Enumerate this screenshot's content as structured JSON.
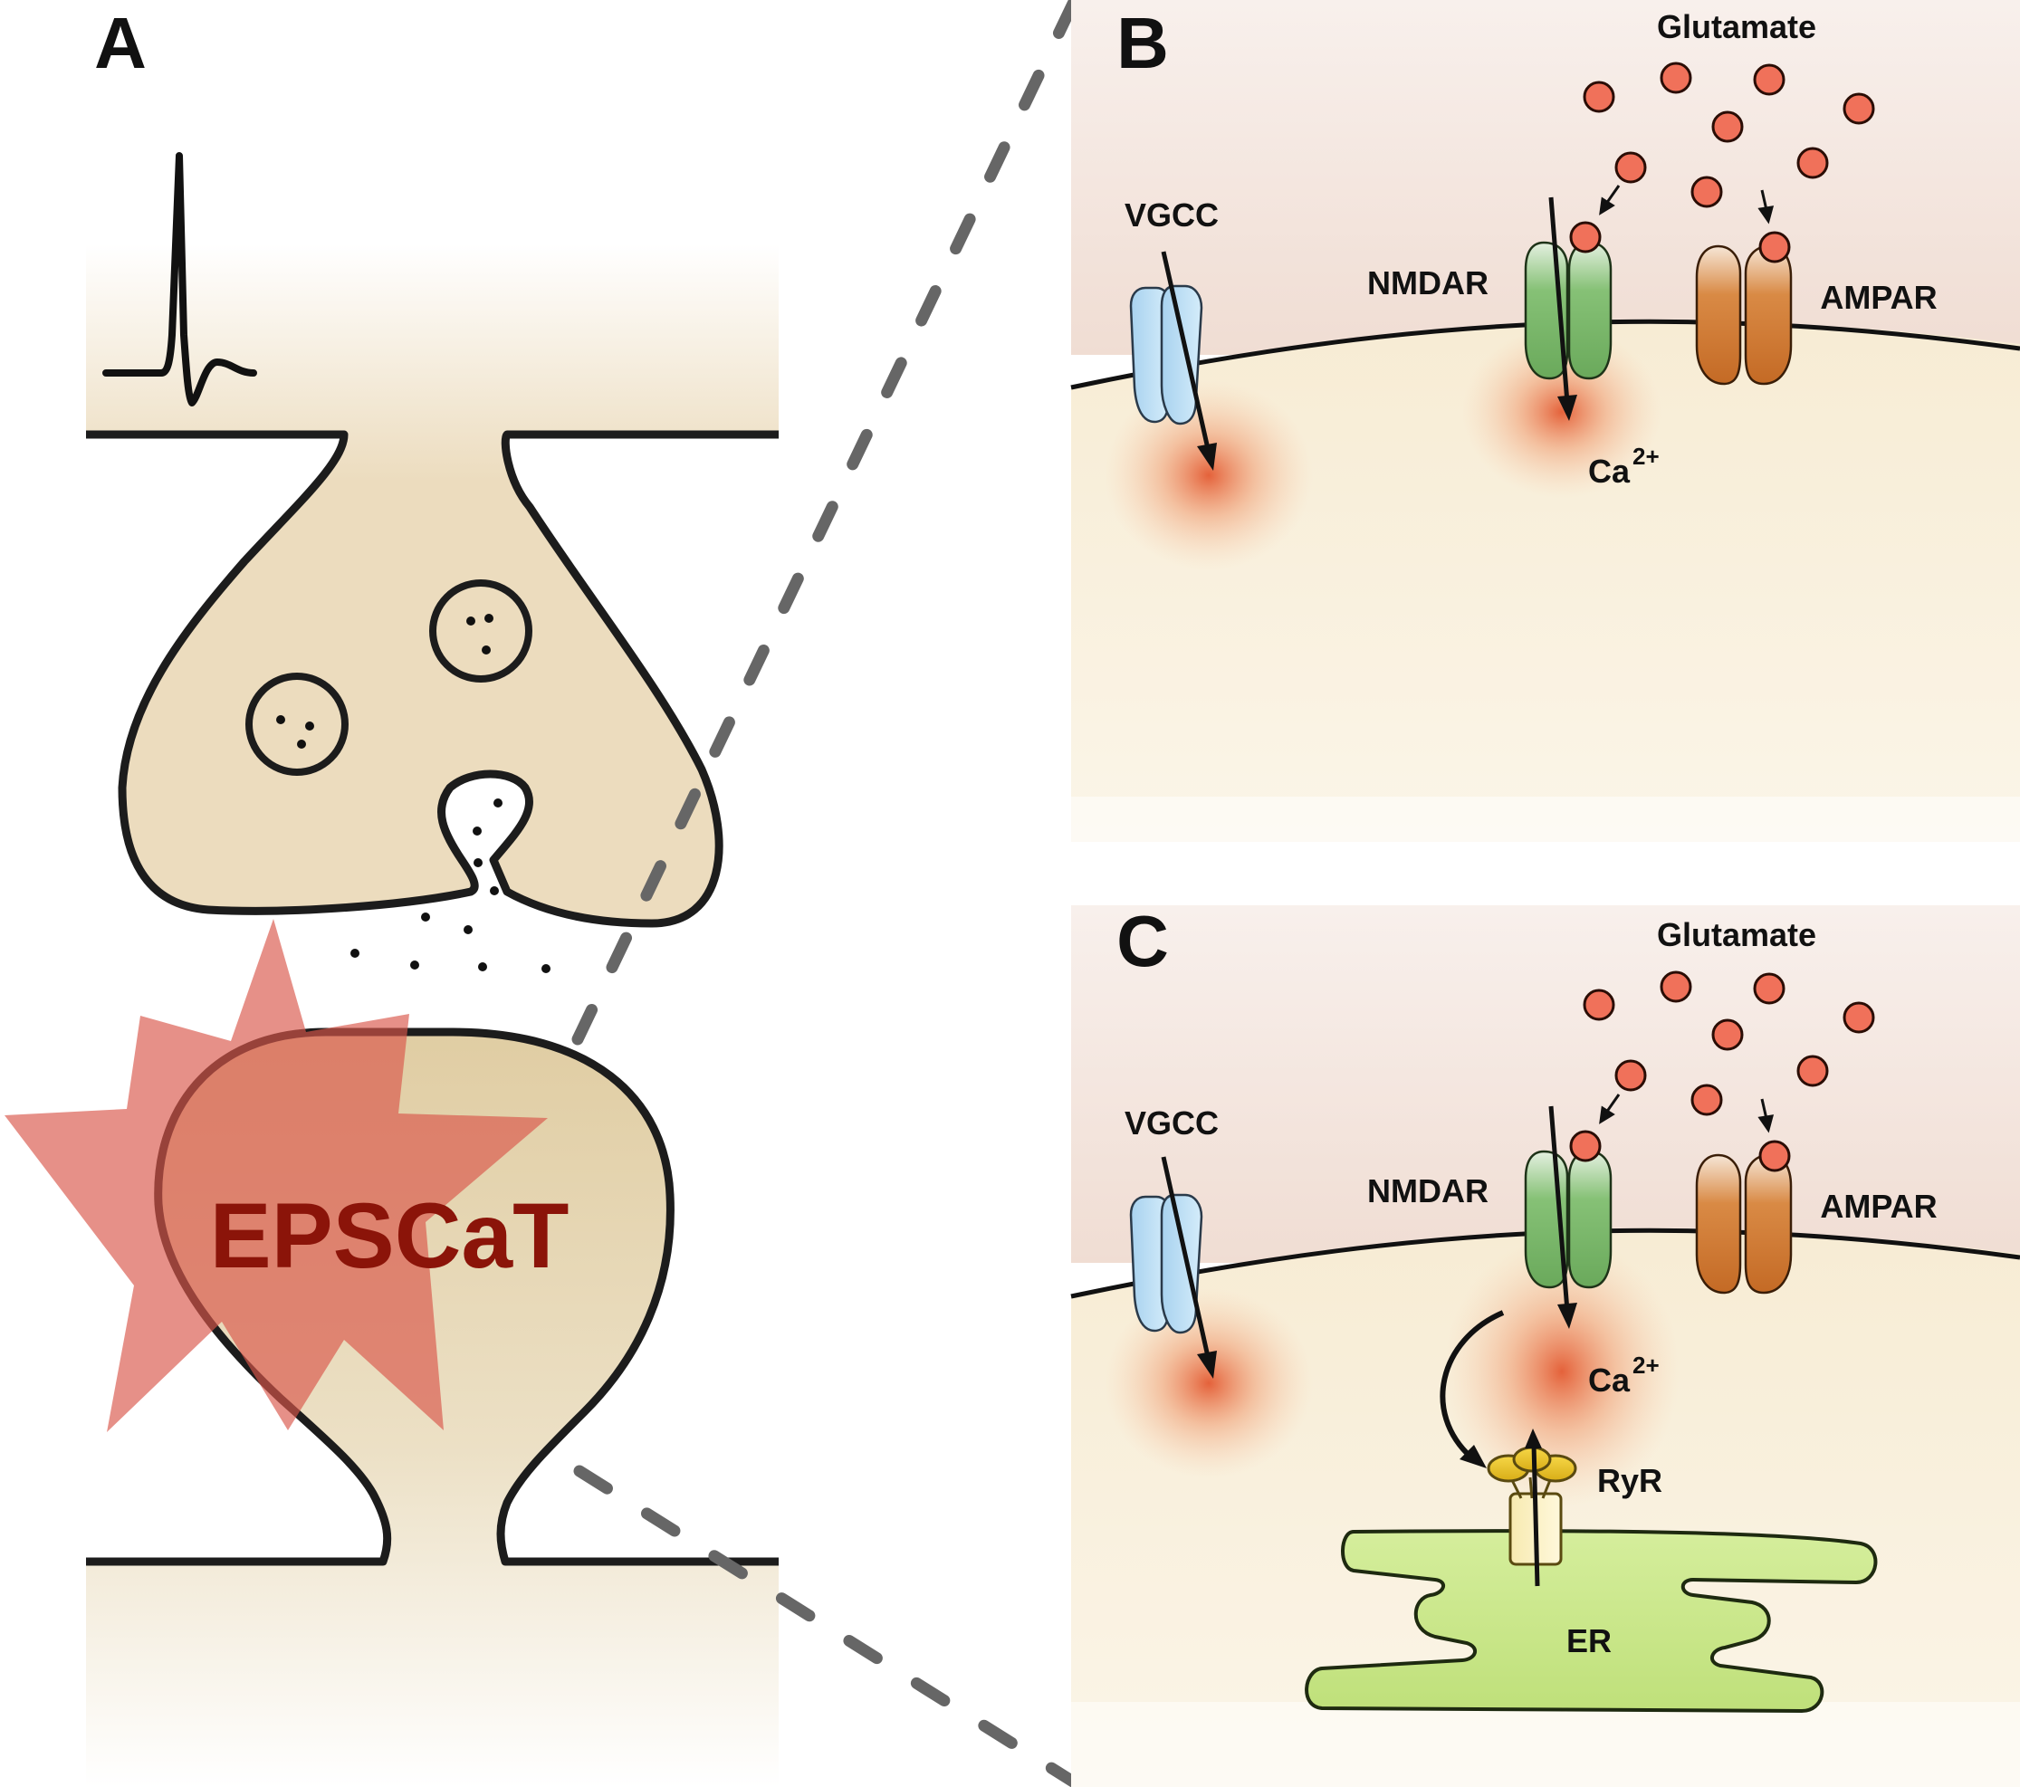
{
  "panels": {
    "a": {
      "letter": "A",
      "center_label": "EPSCaT"
    },
    "b": {
      "letter": "B",
      "glutamate": "Glutamate",
      "vgcc": "VGCC",
      "nmdar": "NMDAR",
      "ampar": "AMPAR",
      "calcium": "Ca",
      "calcium_charge": "2+"
    },
    "c": {
      "letter": "C",
      "glutamate": "Glutamate",
      "vgcc": "VGCC",
      "nmdar": "NMDAR",
      "ampar": "AMPAR",
      "calcium": "Ca",
      "calcium_charge": "2+",
      "ryr": "RyR",
      "er": "ER"
    }
  },
  "colors": {
    "neuron_fill": "#ecdcbe",
    "spine_fill": "#e0cda3",
    "burst": "#d9564a",
    "epscat_text": "#8b1409",
    "glutamate": "#f0715a",
    "vgcc": "#bfe0f5",
    "nmdar": "#7ab86a",
    "ampar": "#d07830",
    "ryr": "#e8c22a",
    "er": "#c8e68a",
    "dashed_line": "#666666"
  }
}
